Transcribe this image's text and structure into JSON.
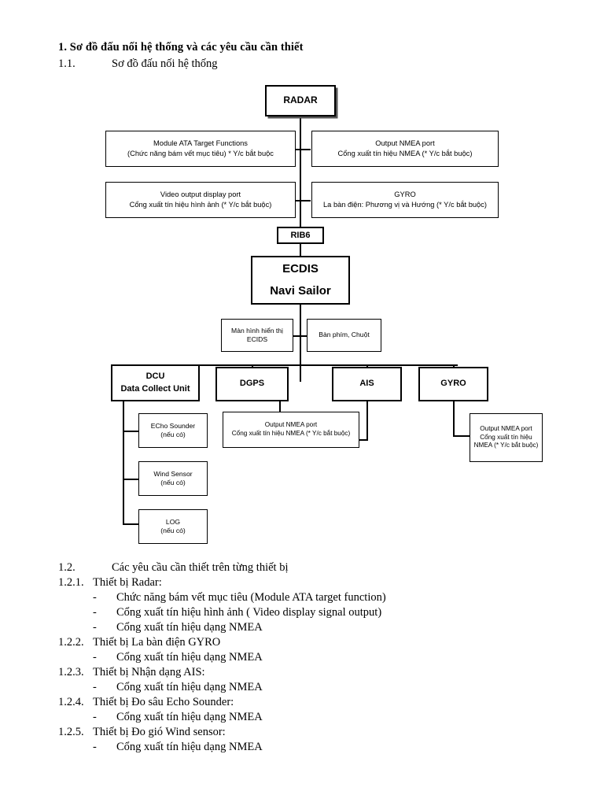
{
  "document": {
    "section_heading": "1.  Sơ đồ đấu nối hệ thống và các yêu cầu cần thiết",
    "subsection_1_1": {
      "number": "1.1.",
      "title": "Sơ đồ đấu nối hệ thống"
    },
    "subsection_1_2": {
      "number": "1.2.",
      "title": "Các yêu cầu cần thiết trên từng thiết bị"
    },
    "requirements": [
      {
        "number": "1.2.1.",
        "title": "Thiết bị Radar:",
        "bullets": [
          "Chức năng bám vết mục tiêu (Module ATA target function)",
          "Cổng xuất tín hiệu hình ảnh ( Video display signal output)",
          "Cổng xuất tín hiệu dạng NMEA"
        ]
      },
      {
        "number": "1.2.2.",
        "title": "Thiết bị La bàn điện GYRO",
        "bullets": [
          "Cổng xuất tín hiệu dạng NMEA"
        ]
      },
      {
        "number": "1.2.3.",
        "title": "Thiết bị Nhận dạng AIS:",
        "bullets": [
          "Cổng xuất tín hiệu dạng NMEA"
        ]
      },
      {
        "number": "1.2.4.",
        "title": "Thiết bị Đo sâu Echo Sounder:",
        "bullets": [
          "Cổng xuất tín hiệu dạng NMEA"
        ]
      },
      {
        "number": "1.2.5.",
        "title": "Thiết bị Đo gió Wind sensor:",
        "bullets": [
          "Cổng xuất tín hiệu dạng NMEA"
        ]
      }
    ],
    "bullet_marker": "-"
  },
  "diagram": {
    "type": "system-connection-block-diagram",
    "colors": {
      "line": "#000000",
      "box_fill": "#ffffff",
      "text": "#000000",
      "shadow": "#555555"
    },
    "nodes": {
      "radar": {
        "line1": "RADAR"
      },
      "ata_module": {
        "line1": "Module ATA Target Functions",
        "line2": "(Chức năng bám vết mục tiêu) * Y/c bắt buộc"
      },
      "radar_nmea": {
        "line1": "Output NMEA port",
        "line2": "Cổng xuất tín hiệu NMEA (* Y/c bắt buộc)"
      },
      "video_port": {
        "line1": "Video output display port",
        "line2": "Cổng xuất tín hiệu hình ảnh (* Y/c bắt buộc)"
      },
      "gyro_top": {
        "line1": "GYRO",
        "line2": "La bàn điện: Phương vị và Hướng (* Y/c bắt buộc)"
      },
      "rib6": {
        "line1": "RIB6"
      },
      "ecdis": {
        "line1": "ECDIS",
        "line2": "Navi Sailor"
      },
      "display": {
        "line1": "Màn hình hiển thị",
        "line2": "ECIDS"
      },
      "keyboard": {
        "line1": "Bàn phím, Chuột"
      },
      "dcu": {
        "line1": "DCU",
        "line2": "Data Collect Unit"
      },
      "dgps": {
        "line1": "DGPS"
      },
      "ais": {
        "line1": "AIS"
      },
      "gyro_bottom": {
        "line1": "GYRO"
      },
      "echo_sounder": {
        "line1": "ECho Sounder",
        "line2": "(nếu có)"
      },
      "wind_sensor": {
        "line1": "Wind Sensor",
        "line2": "(nếu có)"
      },
      "log": {
        "line1": "LOG",
        "line2": "(nếu có)"
      },
      "dgps_nmea": {
        "line1": "Output NMEA port",
        "line2": "Cổng xuất tín hiệu NMEA (* Y/c bắt buộc)"
      },
      "gyro_nmea": {
        "line1": "Output NMEA port",
        "line2": "Cổng xuất tín hiệu NMEA (* Y/c bắt buộc)"
      }
    }
  }
}
